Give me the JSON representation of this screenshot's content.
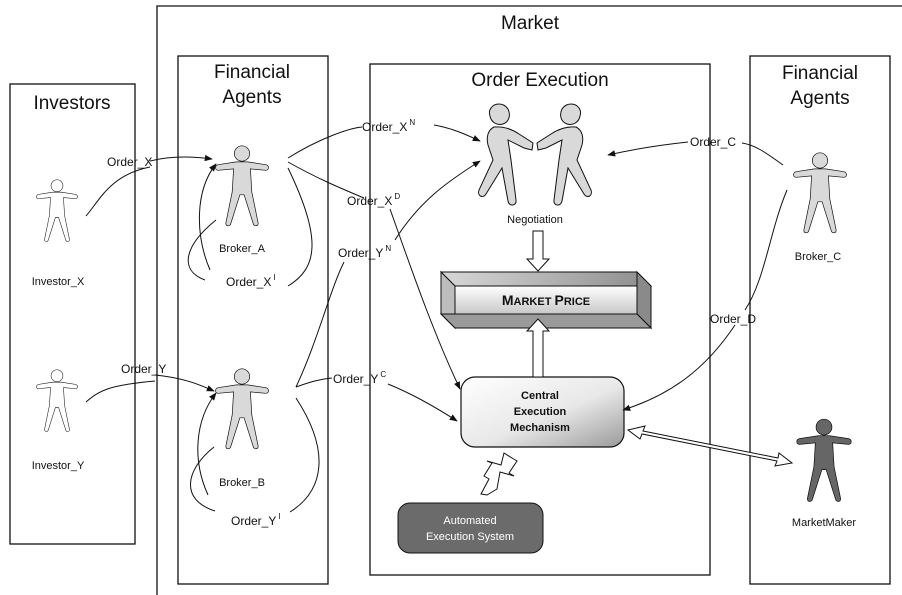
{
  "containers": {
    "market": "Market",
    "investors": "Investors",
    "financial_agents_left": [
      "Financial",
      "Agents"
    ],
    "order_execution": "Order Execution",
    "financial_agents_right": [
      "Financial",
      "Agents"
    ]
  },
  "actors": {
    "investor_x": "Investor_X",
    "investor_y": "Investor_Y",
    "broker_a": "Broker_A",
    "broker_b": "Broker_B",
    "broker_c": "Broker_C",
    "market_maker": "MarketMaker",
    "negotiation": "Negotiation"
  },
  "components": {
    "market_price": {
      "first": "M",
      "rest1": "ARKET ",
      "first2": "P",
      "rest2": "RICE"
    },
    "central_execution": [
      "Central",
      "Execution",
      "Mechanism"
    ],
    "automated_execution": [
      "Automated",
      "Execution System"
    ]
  },
  "orders": {
    "order_x": "Order_X",
    "order_y": "Order_Y",
    "order_x_n": {
      "base": "Order_X",
      "sup": "N"
    },
    "order_x_d": {
      "base": "Order_X",
      "sup": "D"
    },
    "order_x_i": {
      "base": "Order_X",
      "sup": "I"
    },
    "order_y_n": {
      "base": "Order_Y",
      "sup": "N"
    },
    "order_y_c": {
      "base": "Order_Y",
      "sup": "C"
    },
    "order_y_i": {
      "base": "Order_Y",
      "sup": "I"
    },
    "order_c": "Order_C",
    "order_d": "Order_D"
  },
  "colors": {
    "line": "#111111",
    "person_light": "#d9d9d9",
    "person_dark": "#666666",
    "automated_fill": "#6b6b6b"
  }
}
